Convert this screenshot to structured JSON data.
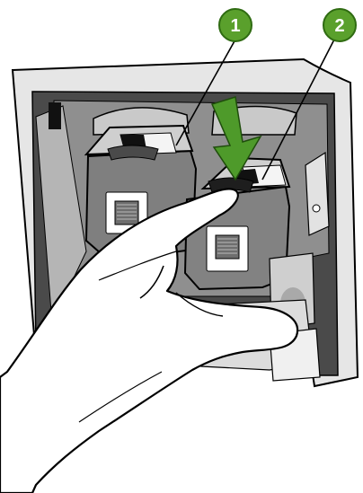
{
  "callouts": [
    {
      "label": "1"
    },
    {
      "label": "2"
    }
  ],
  "colors": {
    "callout_fill": "#5aa02c",
    "callout_stroke": "#2f6b12",
    "arrow_fill": "#4e9a2a",
    "line": "#000000",
    "printer_light": "#e6e6e6",
    "printer_mid": "#9a9a9a",
    "printer_dark": "#3c3c3c",
    "cartridge": "#7d7d7d",
    "hand": "#ffffff"
  },
  "icons": [
    "callout-badge",
    "insert-arrow",
    "barcode-label"
  ]
}
